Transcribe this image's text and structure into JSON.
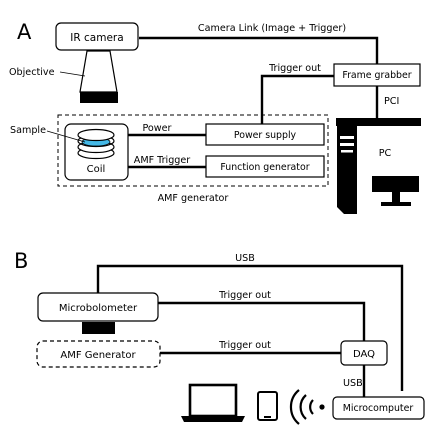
{
  "panel_a": {
    "letter": "A",
    "ir_camera": "IR camera",
    "objective": "Objective",
    "sample": "Sample",
    "coil": "Coil",
    "power_supply": "Power supply",
    "function_generator": "Function generator",
    "frame_grabber": "Frame grabber",
    "pc": "PC",
    "amf_generator_group": "AMF generator",
    "camera_link_label": "Camera Link (Image + Trigger)",
    "trigger_out_label": "Trigger out",
    "pci_label": "PCI",
    "power_label": "Power",
    "amf_trigger_label": "AMF Trigger"
  },
  "panel_b": {
    "letter": "B",
    "usb_top_label": "USB",
    "microbolometer": "Microbolometer",
    "trigger_out_top": "Trigger out",
    "amf_generator": "AMF Generator",
    "trigger_out_bottom": "Trigger out",
    "daq": "DAQ",
    "usb_bottom_label": "USB",
    "microcomputer": "Microcomputer"
  },
  "icons": [
    "camera-objective-icon",
    "coil-icon",
    "pc-tower-icon",
    "monitor-icon",
    "laptop-icon",
    "tablet-icon",
    "wireless-icon",
    "microbolometer-lens-icon"
  ]
}
